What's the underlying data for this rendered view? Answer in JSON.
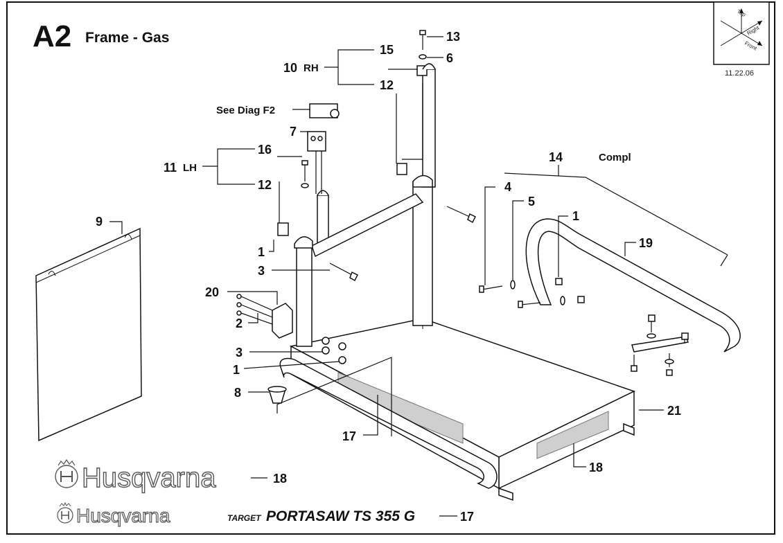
{
  "diagram": {
    "code": "A2",
    "title": "Frame - Gas",
    "date": "11.22.06",
    "orientation": {
      "top": "Top",
      "right": "Right",
      "front": "Front"
    },
    "callouts": {
      "c13": "13",
      "c15": "15",
      "c6": "6",
      "c10": "10",
      "c10_side": "RH",
      "c12a": "12",
      "see_diag": "See Diag F2",
      "c7": "7",
      "c16": "16",
      "c11": "11",
      "c11_side": "LH",
      "c12b": "12",
      "c14": "14",
      "compl": "Compl",
      "c4": "4",
      "c5": "5",
      "c1a": "1",
      "c19": "19",
      "c9": "9",
      "c1b": "1",
      "c3a": "3",
      "c20": "20",
      "c2": "2",
      "c3b": "3",
      "c1c": "1",
      "c8": "8",
      "c21": "21",
      "c17a": "17",
      "c18a": "18",
      "c18b": "18",
      "c17b": "17"
    },
    "branding": {
      "brand_large": "Husqvarna",
      "brand_small": "Husqvarna",
      "target": "TARGET",
      "model": "PORTASAW  TS 355 G"
    }
  }
}
